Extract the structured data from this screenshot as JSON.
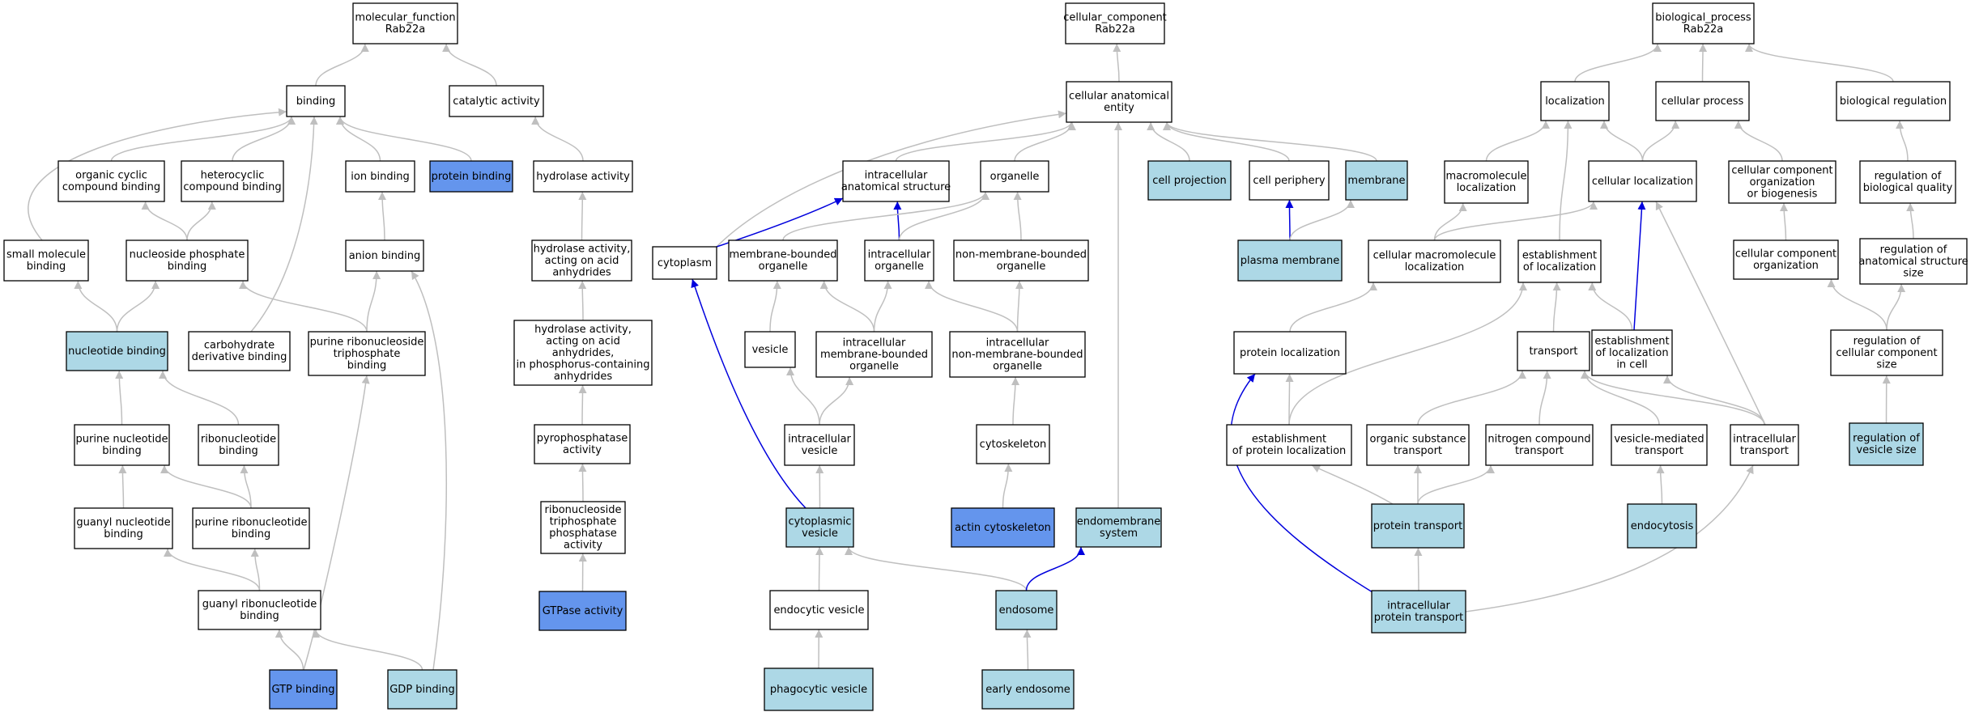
{
  "colors": {
    "white": "#ffffff",
    "light": "#add8e6",
    "dark": "#6495ed",
    "grey_edge": "#bfbfbf",
    "blue_edge": "#0000dd"
  },
  "nodes": {
    "mf_root": {
      "lines": [
        "molecular_function",
        "Rab22a"
      ],
      "fill": "white"
    },
    "binding": {
      "lines": [
        "binding"
      ],
      "fill": "white"
    },
    "catalytic": {
      "lines": [
        "catalytic activity"
      ],
      "fill": "white"
    },
    "organic_cyclic": {
      "lines": [
        "organic cyclic",
        "compound binding"
      ],
      "fill": "white"
    },
    "heterocyclic": {
      "lines": [
        "heterocyclic",
        "compound binding"
      ],
      "fill": "white"
    },
    "ion_binding": {
      "lines": [
        "ion binding"
      ],
      "fill": "white"
    },
    "protein_binding": {
      "lines": [
        "protein binding"
      ],
      "fill": "dark"
    },
    "hydrolase": {
      "lines": [
        "hydrolase activity"
      ],
      "fill": "white"
    },
    "small_molecule": {
      "lines": [
        "small molecule",
        "binding"
      ],
      "fill": "white"
    },
    "nucleoside_phosphate": {
      "lines": [
        "nucleoside phosphate",
        "binding"
      ],
      "fill": "white"
    },
    "anion_binding": {
      "lines": [
        "anion binding"
      ],
      "fill": "white"
    },
    "hydrolase_anhydrides": {
      "lines": [
        "hydrolase activity,",
        "acting on acid",
        "anhydrides"
      ],
      "fill": "white"
    },
    "nucleotide_binding": {
      "lines": [
        "nucleotide binding"
      ],
      "fill": "light"
    },
    "carbohydrate_deriv": {
      "lines": [
        "carbohydrate",
        "derivative binding"
      ],
      "fill": "white"
    },
    "purine_ribonucleoside_tp": {
      "lines": [
        "purine ribonucleoside",
        "triphosphate",
        "binding"
      ],
      "fill": "white"
    },
    "hydrolase_phosphorus": {
      "lines": [
        "hydrolase activity,",
        "acting on acid",
        "anhydrides,",
        "in phosphorus-containing",
        "anhydrides"
      ],
      "fill": "white"
    },
    "purine_nucleotide": {
      "lines": [
        "purine nucleotide",
        "binding"
      ],
      "fill": "white"
    },
    "ribonucleotide": {
      "lines": [
        "ribonucleotide",
        "binding"
      ],
      "fill": "white"
    },
    "pyrophosphatase": {
      "lines": [
        "pyrophosphatase",
        "activity"
      ],
      "fill": "white"
    },
    "guanyl_nucleotide": {
      "lines": [
        "guanyl nucleotide",
        "binding"
      ],
      "fill": "white"
    },
    "purine_ribonucleotide": {
      "lines": [
        "purine ribonucleotide",
        "binding"
      ],
      "fill": "white"
    },
    "ribonucleoside_tp_phosphatase": {
      "lines": [
        "ribonucleoside",
        "triphosphate",
        "phosphatase",
        "activity"
      ],
      "fill": "white"
    },
    "guanyl_ribonucleotide": {
      "lines": [
        "guanyl ribonucleotide",
        "binding"
      ],
      "fill": "white"
    },
    "gtpase": {
      "lines": [
        "GTPase activity"
      ],
      "fill": "dark"
    },
    "gtp_binding": {
      "lines": [
        "GTP binding"
      ],
      "fill": "dark"
    },
    "gdp_binding": {
      "lines": [
        "GDP binding"
      ],
      "fill": "light"
    },
    "cc_root": {
      "lines": [
        "cellular_component",
        "Rab22a"
      ],
      "fill": "white"
    },
    "cae": {
      "lines": [
        "cellular anatomical",
        "entity"
      ],
      "fill": "white"
    },
    "ias": {
      "lines": [
        "intracellular",
        "anatomical structure"
      ],
      "fill": "white"
    },
    "organelle": {
      "lines": [
        "organelle"
      ],
      "fill": "white"
    },
    "cell_projection": {
      "lines": [
        "cell projection"
      ],
      "fill": "light"
    },
    "cell_periphery": {
      "lines": [
        "cell periphery"
      ],
      "fill": "white"
    },
    "membrane": {
      "lines": [
        "membrane"
      ],
      "fill": "light"
    },
    "cytoplasm": {
      "lines": [
        "cytoplasm"
      ],
      "fill": "white"
    },
    "mbo": {
      "lines": [
        "membrane-bounded",
        "organelle"
      ],
      "fill": "white"
    },
    "intracellular_organelle": {
      "lines": [
        "intracellular",
        "organelle"
      ],
      "fill": "white"
    },
    "nmbo": {
      "lines": [
        "non-membrane-bounded",
        "organelle"
      ],
      "fill": "white"
    },
    "plasma_membrane": {
      "lines": [
        "plasma membrane"
      ],
      "fill": "light"
    },
    "vesicle": {
      "lines": [
        "vesicle"
      ],
      "fill": "white"
    },
    "imbo": {
      "lines": [
        "intracellular",
        "membrane-bounded",
        "organelle"
      ],
      "fill": "white"
    },
    "inmbo": {
      "lines": [
        "intracellular",
        "non-membrane-bounded",
        "organelle"
      ],
      "fill": "white"
    },
    "intracellular_vesicle": {
      "lines": [
        "intracellular",
        "vesicle"
      ],
      "fill": "white"
    },
    "cytoskeleton": {
      "lines": [
        "cytoskeleton"
      ],
      "fill": "white"
    },
    "cytoplasmic_vesicle": {
      "lines": [
        "cytoplasmic",
        "vesicle"
      ],
      "fill": "light"
    },
    "actin_cytoskeleton": {
      "lines": [
        "actin cytoskeleton"
      ],
      "fill": "dark"
    },
    "endomembrane": {
      "lines": [
        "endomembrane",
        "system"
      ],
      "fill": "light"
    },
    "endocytic_vesicle": {
      "lines": [
        "endocytic vesicle"
      ],
      "fill": "white"
    },
    "endosome": {
      "lines": [
        "endosome"
      ],
      "fill": "light"
    },
    "phagocytic_vesicle": {
      "lines": [
        "phagocytic vesicle"
      ],
      "fill": "light"
    },
    "early_endosome": {
      "lines": [
        "early endosome"
      ],
      "fill": "light"
    },
    "bp_root": {
      "lines": [
        "biological_process",
        "Rab22a"
      ],
      "fill": "white"
    },
    "localization": {
      "lines": [
        "localization"
      ],
      "fill": "white"
    },
    "cellular_process": {
      "lines": [
        "cellular process"
      ],
      "fill": "white"
    },
    "biological_regulation": {
      "lines": [
        "biological regulation"
      ],
      "fill": "white"
    },
    "macromolecule_localization": {
      "lines": [
        "macromolecule",
        "localization"
      ],
      "fill": "white"
    },
    "cellular_localization": {
      "lines": [
        "cellular localization"
      ],
      "fill": "white"
    },
    "cco_biogenesis": {
      "lines": [
        "cellular component",
        "organization",
        "or biogenesis"
      ],
      "fill": "white"
    },
    "reg_bio_quality": {
      "lines": [
        "regulation of",
        "biological quality"
      ],
      "fill": "white"
    },
    "cellular_macromolecule_localization": {
      "lines": [
        "cellular macromolecule",
        "localization"
      ],
      "fill": "white"
    },
    "establishment_localization": {
      "lines": [
        "establishment",
        "of localization"
      ],
      "fill": "white"
    },
    "cco": {
      "lines": [
        "cellular component",
        "organization"
      ],
      "fill": "white"
    },
    "reg_anatomical_size": {
      "lines": [
        "regulation of",
        "anatomical structure",
        "size"
      ],
      "fill": "white"
    },
    "protein_localization": {
      "lines": [
        "protein localization"
      ],
      "fill": "white"
    },
    "transport": {
      "lines": [
        "transport"
      ],
      "fill": "white"
    },
    "establishment_in_cell": {
      "lines": [
        "establishment",
        "of localization",
        "in cell"
      ],
      "fill": "white"
    },
    "reg_cc_size": {
      "lines": [
        "regulation of",
        "cellular component",
        "size"
      ],
      "fill": "white"
    },
    "establishment_protein_localization": {
      "lines": [
        "establishment",
        "of protein localization"
      ],
      "fill": "white"
    },
    "organic_substance_transport": {
      "lines": [
        "organic substance",
        "transport"
      ],
      "fill": "white"
    },
    "nitrogen_compound_transport": {
      "lines": [
        "nitrogen compound",
        "transport"
      ],
      "fill": "white"
    },
    "vesicle_mediated_transport": {
      "lines": [
        "vesicle-mediated",
        "transport"
      ],
      "fill": "white"
    },
    "intracellular_transport": {
      "lines": [
        "intracellular",
        "transport"
      ],
      "fill": "white"
    },
    "reg_vesicle_size": {
      "lines": [
        "regulation of",
        "vesicle size"
      ],
      "fill": "light"
    },
    "protein_transport": {
      "lines": [
        "protein transport"
      ],
      "fill": "light"
    },
    "endocytosis": {
      "lines": [
        "endocytosis"
      ],
      "fill": "light"
    },
    "intracellular_protein_transport": {
      "lines": [
        "intracellular",
        "protein transport"
      ],
      "fill": "light"
    }
  },
  "edges": [
    {
      "from": "binding",
      "to": "mf_root"
    },
    {
      "from": "catalytic",
      "to": "mf_root"
    },
    {
      "from": "organic_cyclic",
      "to": "binding"
    },
    {
      "from": "heterocyclic",
      "to": "binding"
    },
    {
      "from": "ion_binding",
      "to": "binding"
    },
    {
      "from": "protein_binding",
      "to": "binding"
    },
    {
      "from": "small_molecule",
      "to": "binding"
    },
    {
      "from": "carbohydrate_deriv",
      "to": "binding"
    },
    {
      "from": "hydrolase",
      "to": "catalytic"
    },
    {
      "from": "nucleoside_phosphate",
      "to": "organic_cyclic"
    },
    {
      "from": "nucleoside_phosphate",
      "to": "heterocyclic"
    },
    {
      "from": "anion_binding",
      "to": "ion_binding"
    },
    {
      "from": "hydrolase_anhydrides",
      "to": "hydrolase"
    },
    {
      "from": "nucleotide_binding",
      "to": "small_molecule"
    },
    {
      "from": "nucleotide_binding",
      "to": "nucleoside_phosphate"
    },
    {
      "from": "purine_ribonucleoside_tp",
      "to": "nucleoside_phosphate"
    },
    {
      "from": "purine_ribonucleoside_tp",
      "to": "anion_binding"
    },
    {
      "from": "hydrolase_phosphorus",
      "to": "hydrolase_anhydrides"
    },
    {
      "from": "purine_nucleotide",
      "to": "nucleotide_binding"
    },
    {
      "from": "ribonucleotide",
      "to": "nucleotide_binding"
    },
    {
      "from": "pyrophosphatase",
      "to": "hydrolase_phosphorus"
    },
    {
      "from": "guanyl_nucleotide",
      "to": "purine_nucleotide"
    },
    {
      "from": "purine_ribonucleotide",
      "to": "purine_nucleotide"
    },
    {
      "from": "purine_ribonucleotide",
      "to": "ribonucleotide"
    },
    {
      "from": "ribonucleoside_tp_phosphatase",
      "to": "pyrophosphatase"
    },
    {
      "from": "guanyl_ribonucleotide",
      "to": "guanyl_nucleotide"
    },
    {
      "from": "guanyl_ribonucleotide",
      "to": "purine_ribonucleotide"
    },
    {
      "from": "gtpase",
      "to": "ribonucleoside_tp_phosphatase"
    },
    {
      "from": "gtp_binding",
      "to": "guanyl_ribonucleotide"
    },
    {
      "from": "gtp_binding",
      "to": "purine_ribonucleoside_tp"
    },
    {
      "from": "gdp_binding",
      "to": "guanyl_ribonucleotide"
    },
    {
      "from": "gdp_binding",
      "to": "anion_binding"
    },
    {
      "from": "cae",
      "to": "cc_root"
    },
    {
      "from": "ias",
      "to": "cae"
    },
    {
      "from": "organelle",
      "to": "cae"
    },
    {
      "from": "cell_projection",
      "to": "cae"
    },
    {
      "from": "cell_periphery",
      "to": "cae"
    },
    {
      "from": "membrane",
      "to": "cae"
    },
    {
      "from": "cytoplasm",
      "to": "cae"
    },
    {
      "from": "endomembrane",
      "to": "cae"
    },
    {
      "from": "cytoplasm",
      "to": "ias",
      "style": "blue"
    },
    {
      "from": "intracellular_organelle",
      "to": "ias",
      "style": "blue"
    },
    {
      "from": "mbo",
      "to": "organelle"
    },
    {
      "from": "intracellular_organelle",
      "to": "organelle"
    },
    {
      "from": "nmbo",
      "to": "organelle"
    },
    {
      "from": "plasma_membrane",
      "to": "cell_periphery",
      "style": "blue"
    },
    {
      "from": "plasma_membrane",
      "to": "membrane"
    },
    {
      "from": "vesicle",
      "to": "mbo"
    },
    {
      "from": "imbo",
      "to": "mbo"
    },
    {
      "from": "imbo",
      "to": "intracellular_organelle"
    },
    {
      "from": "inmbo",
      "to": "intracellular_organelle"
    },
    {
      "from": "inmbo",
      "to": "nmbo"
    },
    {
      "from": "intracellular_vesicle",
      "to": "vesicle"
    },
    {
      "from": "intracellular_vesicle",
      "to": "imbo"
    },
    {
      "from": "cytoskeleton",
      "to": "inmbo"
    },
    {
      "from": "cytoplasmic_vesicle",
      "to": "intracellular_vesicle"
    },
    {
      "from": "cytoplasmic_vesicle",
      "to": "cytoplasm",
      "style": "blue"
    },
    {
      "from": "actin_cytoskeleton",
      "to": "cytoskeleton"
    },
    {
      "from": "endocytic_vesicle",
      "to": "cytoplasmic_vesicle"
    },
    {
      "from": "endosome",
      "to": "cytoplasmic_vesicle"
    },
    {
      "from": "endosome",
      "to": "endomembrane",
      "style": "blue"
    },
    {
      "from": "phagocytic_vesicle",
      "to": "endocytic_vesicle"
    },
    {
      "from": "early_endosome",
      "to": "endosome"
    },
    {
      "from": "localization",
      "to": "bp_root"
    },
    {
      "from": "cellular_process",
      "to": "bp_root"
    },
    {
      "from": "biological_regulation",
      "to": "bp_root"
    },
    {
      "from": "macromolecule_localization",
      "to": "localization"
    },
    {
      "from": "cellular_localization",
      "to": "localization"
    },
    {
      "from": "establishment_localization",
      "to": "localization"
    },
    {
      "from": "cellular_localization",
      "to": "cellular_process"
    },
    {
      "from": "cco_biogenesis",
      "to": "cellular_process"
    },
    {
      "from": "reg_bio_quality",
      "to": "biological_regulation"
    },
    {
      "from": "cellular_macromolecule_localization",
      "to": "macromolecule_localization"
    },
    {
      "from": "cellular_macromolecule_localization",
      "to": "cellular_localization"
    },
    {
      "from": "establishment_in_cell",
      "to": "cellular_localization",
      "style": "blue"
    },
    {
      "from": "intracellular_transport",
      "to": "cellular_localization"
    },
    {
      "from": "cco",
      "to": "cco_biogenesis"
    },
    {
      "from": "reg_anatomical_size",
      "to": "reg_bio_quality"
    },
    {
      "from": "protein_localization",
      "to": "cellular_macromolecule_localization"
    },
    {
      "from": "transport",
      "to": "establishment_localization"
    },
    {
      "from": "establishment_in_cell",
      "to": "establishment_localization"
    },
    {
      "from": "establishment_protein_localization",
      "to": "establishment_localization"
    },
    {
      "from": "reg_cc_size",
      "to": "cco"
    },
    {
      "from": "reg_cc_size",
      "to": "reg_anatomical_size"
    },
    {
      "from": "establishment_protein_localization",
      "to": "protein_localization"
    },
    {
      "from": "intracellular_protein_transport",
      "to": "protein_localization",
      "style": "blue"
    },
    {
      "from": "organic_substance_transport",
      "to": "transport"
    },
    {
      "from": "nitrogen_compound_transport",
      "to": "transport"
    },
    {
      "from": "vesicle_mediated_transport",
      "to": "transport"
    },
    {
      "from": "intracellular_transport",
      "to": "transport"
    },
    {
      "from": "intracellular_transport",
      "to": "establishment_in_cell"
    },
    {
      "from": "reg_vesicle_size",
      "to": "reg_cc_size"
    },
    {
      "from": "protein_transport",
      "to": "establishment_protein_localization"
    },
    {
      "from": "protein_transport",
      "to": "organic_substance_transport"
    },
    {
      "from": "protein_transport",
      "to": "nitrogen_compound_transport"
    },
    {
      "from": "endocytosis",
      "to": "vesicle_mediated_transport"
    },
    {
      "from": "intracellular_protein_transport",
      "to": "protein_transport"
    },
    {
      "from": "intracellular_protein_transport",
      "to": "intracellular_transport"
    }
  ]
}
